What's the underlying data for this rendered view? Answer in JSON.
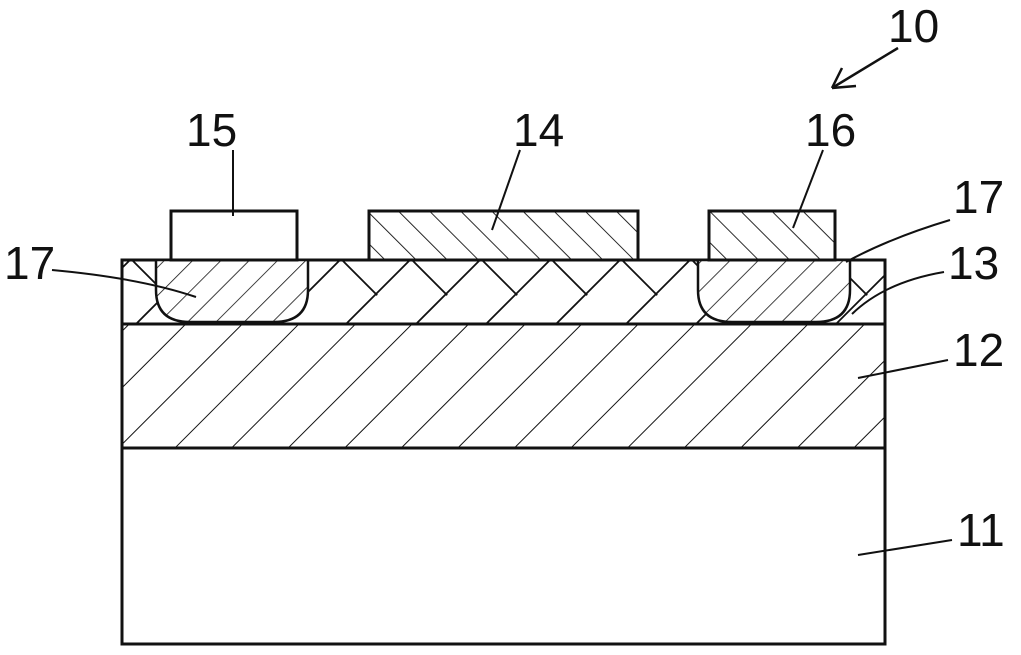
{
  "figure": {
    "ref_device": "10",
    "ref_substrate": "11",
    "ref_layer_12": "12",
    "ref_layer_13": "13",
    "ref_gate": "14",
    "ref_source": "15",
    "ref_drain": "16",
    "ref_region_left": "17",
    "ref_region_right": "17"
  },
  "colors": {
    "line": "#111111",
    "background": "#ffffff"
  },
  "icons": {
    "device_arrow": "arrow-icon"
  }
}
